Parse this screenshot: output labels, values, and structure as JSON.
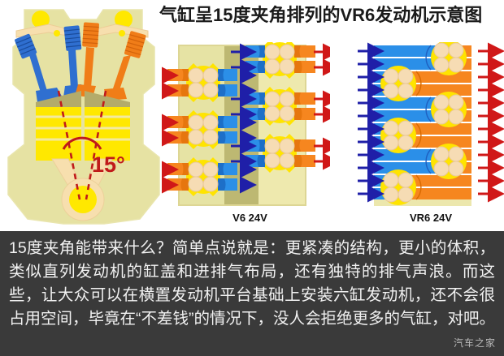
{
  "title": "气缸呈15度夹角排列的VR6发动机示意图",
  "engine_cross_section": {
    "angle_label": "15°",
    "angle_color": "#c01a1a",
    "block_color": "#e4e0a0",
    "cylinder_color": "#ffe800",
    "intake_valve_color": "#2f6fd0",
    "exhaust_valve_color": "#f07d18",
    "piston_color": "#f7dfae",
    "centerline_color": "#c01a1a",
    "centerline_style": "dashed"
  },
  "diagrams": [
    {
      "id": "v6",
      "label": "V6 24V",
      "cylinder_count": 6,
      "valves_per_cylinder": 4,
      "banks": [
        {
          "name": "left-bank",
          "cylinders": 3,
          "exhaust_side": "left",
          "intake_side": "right",
          "exhaust_arrow_direction": "left",
          "intake_arrow_direction": "left"
        },
        {
          "name": "right-bank",
          "cylinders": 3,
          "exhaust_side": "right",
          "intake_side": "left",
          "exhaust_arrow_direction": "right",
          "intake_arrow_direction": "right"
        }
      ],
      "block_left_color": "#e6e3a4",
      "block_center_color": "#bdb872",
      "block_right_color": "#eee9ae"
    },
    {
      "id": "vr6",
      "label": "VR6 24V",
      "cylinder_count": 6,
      "valves_per_cylinder": 4,
      "banks": [
        {
          "name": "single-head",
          "cylinders": 6,
          "exhaust_side": "right",
          "intake_side": "left",
          "exhaust_arrow_direction": "right",
          "intake_arrow_direction": "right"
        }
      ],
      "port_rows": 12,
      "block_base_color": "#ece7ad"
    }
  ],
  "colors": {
    "intake_port": "#2b8fe8",
    "intake_port_dark": "#0f4fa8",
    "exhaust_port": "#f6861f",
    "exhaust_port_dark": "#d96a00",
    "intake_arrow": "#1f1fa8",
    "exhaust_arrow": "#d01818",
    "combustion": "#ffe400",
    "valve": "#f6dcb4",
    "valve_stroke": "#e9c796",
    "caption_bg": "#3a3a3a",
    "caption_fg": "#f2f2f2",
    "title_fg": "#1a1a1a"
  },
  "caption": {
    "text": "15度夹角能带来什么？简单点说就是：更紧凑的结构，更小的体积，类似直列发动机的缸盖和进排气布局，还有独特的排气声浪。而这些，让大众可以在横置发动机平台基础上安装六缸发动机，还不会很占用空间，毕竟在“不差钱”的情况下，没人会拒绝更多的气缸，对吧。"
  },
  "watermark": "汽车之家"
}
